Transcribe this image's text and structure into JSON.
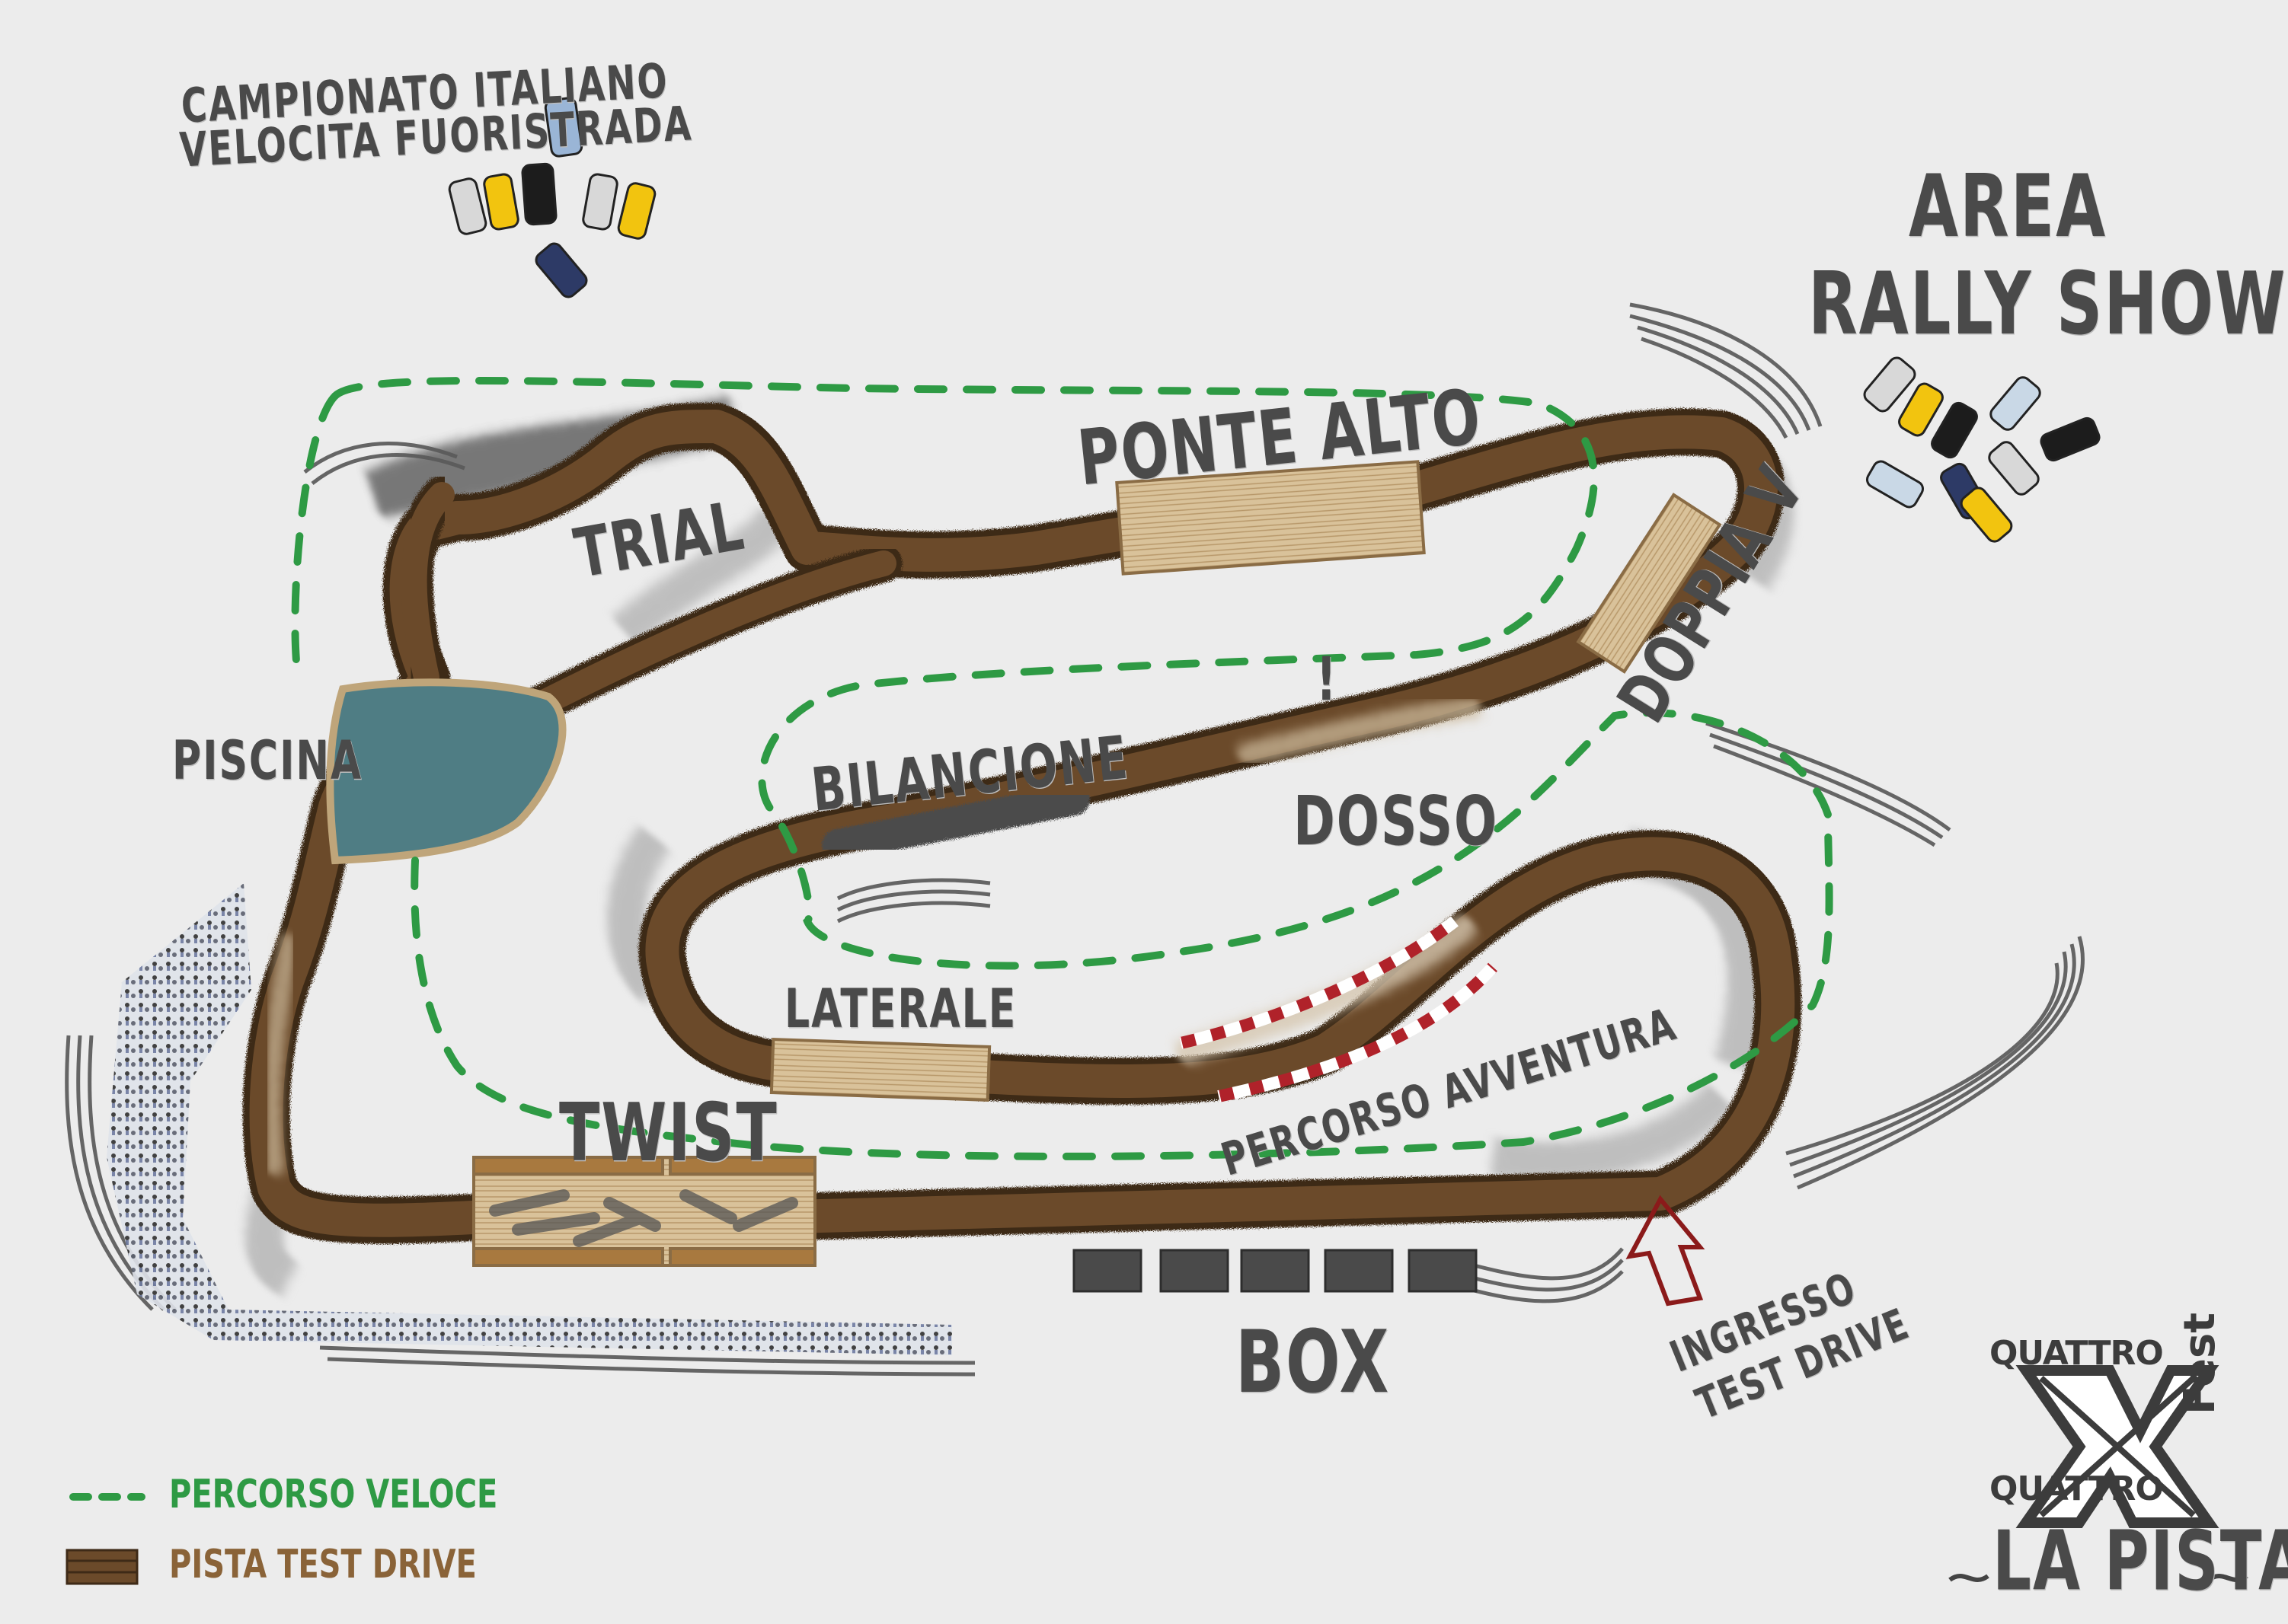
{
  "title": "LA PISTA",
  "logo": {
    "top": "QUATTRO",
    "bottom": "QUATTRO",
    "side": "Fest",
    "mark": "X"
  },
  "areas": {
    "championship": [
      "CAMPIONATO ITALIANO",
      "VELOCITA FUORISTRADA"
    ],
    "rally_show": [
      "AREA",
      "RALLY SHOW"
    ],
    "box": "BOX",
    "entrance": [
      "INGRESSO",
      "TEST DRIVE"
    ]
  },
  "obstacles": {
    "ponte_alto": "PONTE ALTO",
    "trial": "TRIAL",
    "piscina": "PISCINA",
    "doppia_v": "DOPPIA V",
    "bilancione": "BILANCIONE",
    "dosso": "DOSSO",
    "laterale": "LATERALE",
    "twist": "TWIST",
    "percorso_avventura": "PERCORSO AVVENTURA",
    "warning": "!"
  },
  "legend": {
    "fast_route": {
      "label": "PERCORSO VELOCE",
      "color": "#2e9a44"
    },
    "test_track": {
      "label": "PISTA TEST DRIVE",
      "color": "#6b4a2a"
    }
  },
  "colors": {
    "background": "#ececec",
    "track": "#6b4a2a",
    "track_dark": "#3e2a17",
    "wood": "#d9c29a",
    "water": "#4f7d84",
    "route": "#2e9a44",
    "arrow": "#8b1a1a"
  },
  "vehicles": {
    "championship_count": 7,
    "rally_count": 9
  }
}
